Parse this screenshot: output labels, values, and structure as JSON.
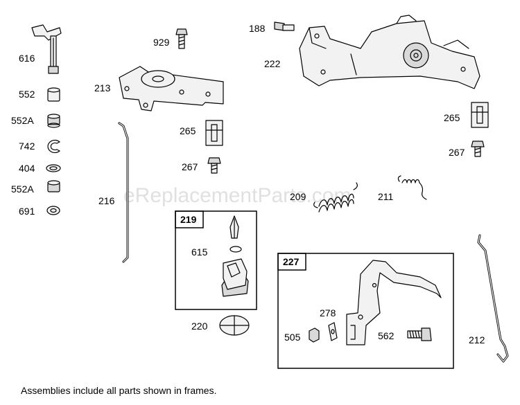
{
  "watermark": "eReplacementParts.com",
  "footnote": "Assemblies include all parts shown in frames.",
  "labels": {
    "p616": "616",
    "p552": "552",
    "p552A_1": "552A",
    "p742": "742",
    "p404": "404",
    "p552A_2": "552A",
    "p691": "691",
    "p929": "929",
    "p213": "213",
    "p265_left": "265",
    "p267_left": "267",
    "p216": "216",
    "p188": "188",
    "p222": "222",
    "p265_right": "265",
    "p267_right": "267",
    "p209": "209",
    "p211": "211",
    "p615": "615",
    "p220": "220",
    "p278": "278",
    "p505": "505",
    "p562": "562",
    "p212": "212"
  },
  "frames": {
    "frame219": "219",
    "frame227": "227"
  }
}
